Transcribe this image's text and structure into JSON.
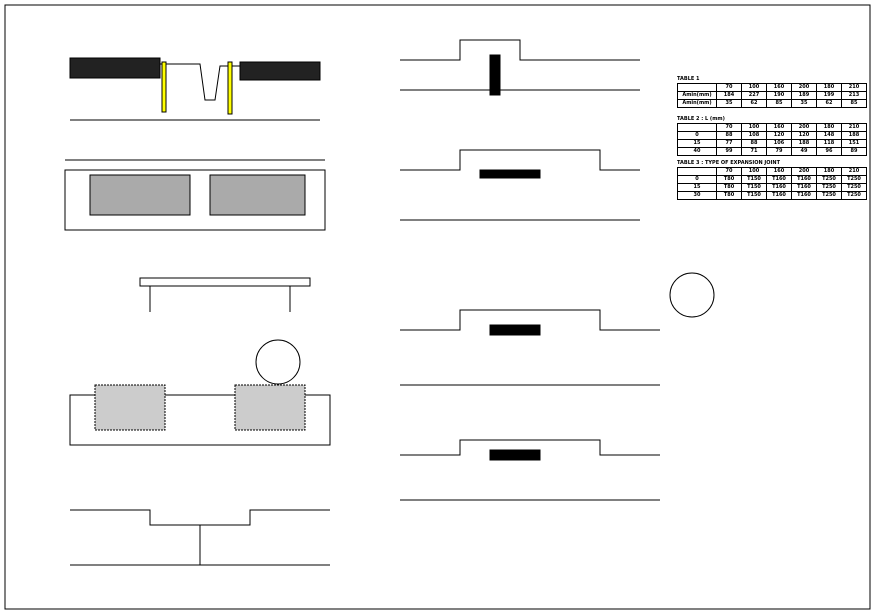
{
  "tables": [
    {
      "caption": "TABLE 1",
      "header": [
        "70",
        "100",
        "160",
        "200",
        "180",
        "210"
      ],
      "rows": [
        [
          "Amin(mm)",
          "184",
          "227",
          "190",
          "189",
          "199",
          "213"
        ],
        [
          "Amin(mm)",
          "35",
          "62",
          "85",
          "35",
          "62",
          "85"
        ]
      ]
    },
    {
      "caption": "TABLE 2 : L (mm)",
      "header": [
        "70",
        "100",
        "160",
        "200",
        "180",
        "210"
      ],
      "rows": [
        [
          "0",
          "88",
          "108",
          "120",
          "120",
          "148",
          "188"
        ],
        [
          "15",
          "77",
          "88",
          "106",
          "188",
          "118",
          "151"
        ],
        [
          "40",
          "99",
          "71",
          "79",
          "49",
          "96",
          "89"
        ]
      ]
    },
    {
      "caption": "TABLE 3 : TYPE OF EXPANSION JOINT",
      "header": [
        "70",
        "100",
        "160",
        "200",
        "180",
        "210"
      ],
      "rows": [
        [
          "0",
          "T80",
          "T150",
          "T160",
          "T160",
          "T250",
          "T250"
        ],
        [
          "15",
          "T80",
          "T150",
          "T160",
          "T160",
          "T250",
          "T250"
        ],
        [
          "30",
          "T80",
          "T150",
          "T160",
          "T160",
          "T250",
          "T250"
        ]
      ]
    }
  ],
  "colors": {
    "line": "#000000",
    "highlight": "#ffff00"
  }
}
